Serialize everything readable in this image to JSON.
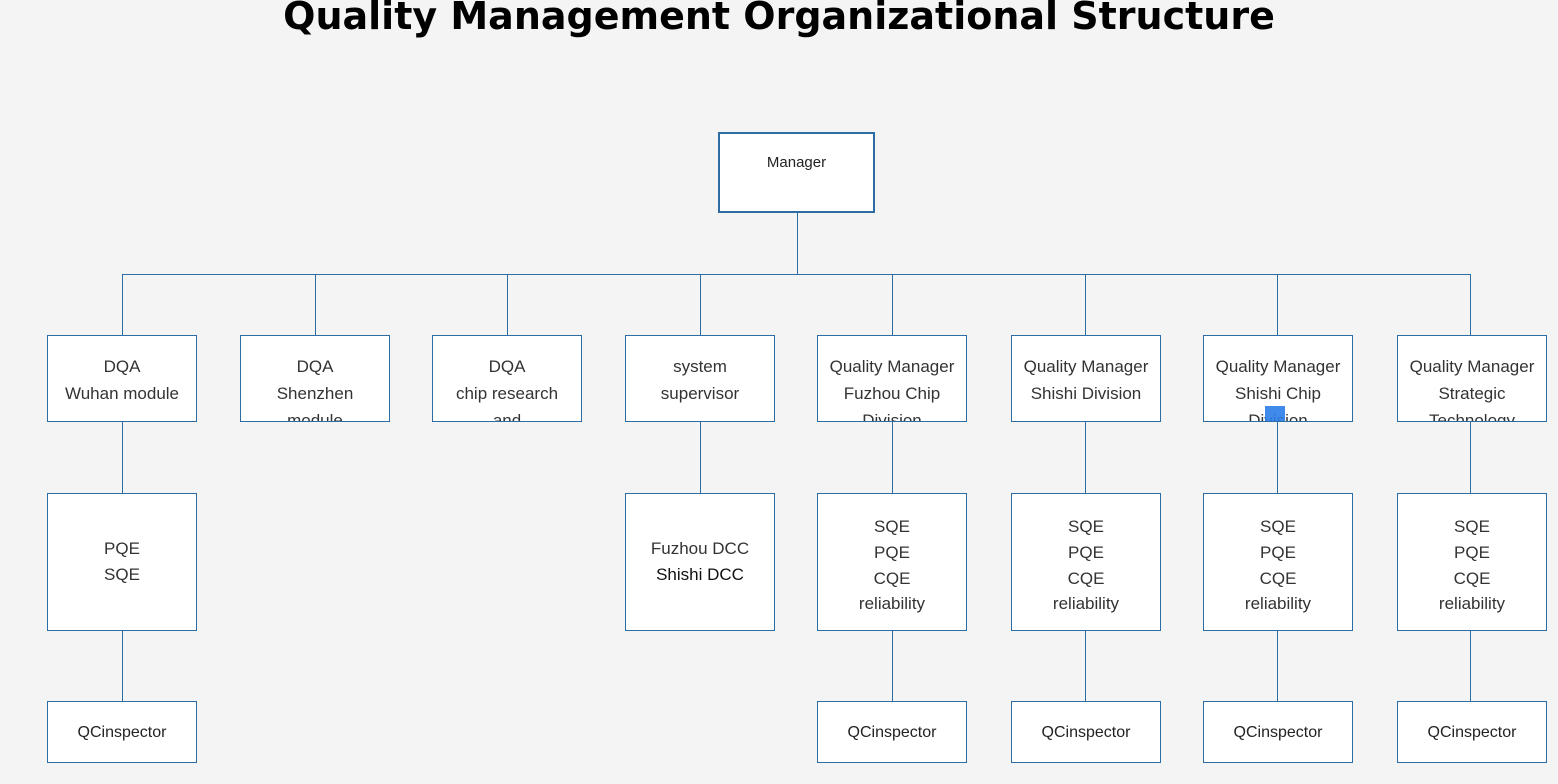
{
  "title": "Quality Management Organizational Structure",
  "colors": {
    "border": "#2e6da4",
    "line": "#2e6da4",
    "background": "#f4f4f4",
    "node_fill": "#ffffff",
    "selection": "#2b7de9"
  },
  "root": {
    "label": "Manager"
  },
  "departments": [
    {
      "line1": "DQA",
      "line2": "Wuhan module",
      "line3": ""
    },
    {
      "line1": "DQA",
      "line2": "Shenzhen",
      "line3": "module"
    },
    {
      "line1": "DQA",
      "line2": "chip research",
      "line3": "and"
    },
    {
      "line1": "system",
      "line2": "supervisor",
      "line3": ""
    },
    {
      "line1": "Quality Manager",
      "line2": "Fuzhou Chip",
      "line3": "Division"
    },
    {
      "line1": "Quality Manager",
      "line2": "Shishi Division",
      "line3": ""
    },
    {
      "line1": "Quality Manager",
      "line2": "Shishi Chip",
      "line3": "Division"
    },
    {
      "line1": "Quality Manager",
      "line2": "Strategic",
      "line3": "Technology"
    }
  ],
  "roles": {
    "wuhan": [
      "PQE",
      "SQE"
    ],
    "supervisor": [
      "Fuzhou DCC",
      "Shishi DCC"
    ],
    "fuzhou_chip": [
      "SQE",
      "PQE",
      "CQE",
      "reliability"
    ],
    "shishi_division": [
      "SQE",
      "PQE",
      "CQE",
      "reliability"
    ],
    "shishi_chip": [
      "SQE",
      "PQE",
      "CQE",
      "reliability"
    ],
    "strategic": [
      "SQE",
      "PQE",
      "CQE",
      "reliability"
    ]
  },
  "inspectors": {
    "wuhan": "QCinspector",
    "fuzhou_chip": "QCinspector",
    "shishi_division": "QCinspector",
    "shishi_chip": "QCinspector",
    "strategic": "QCinspector"
  }
}
